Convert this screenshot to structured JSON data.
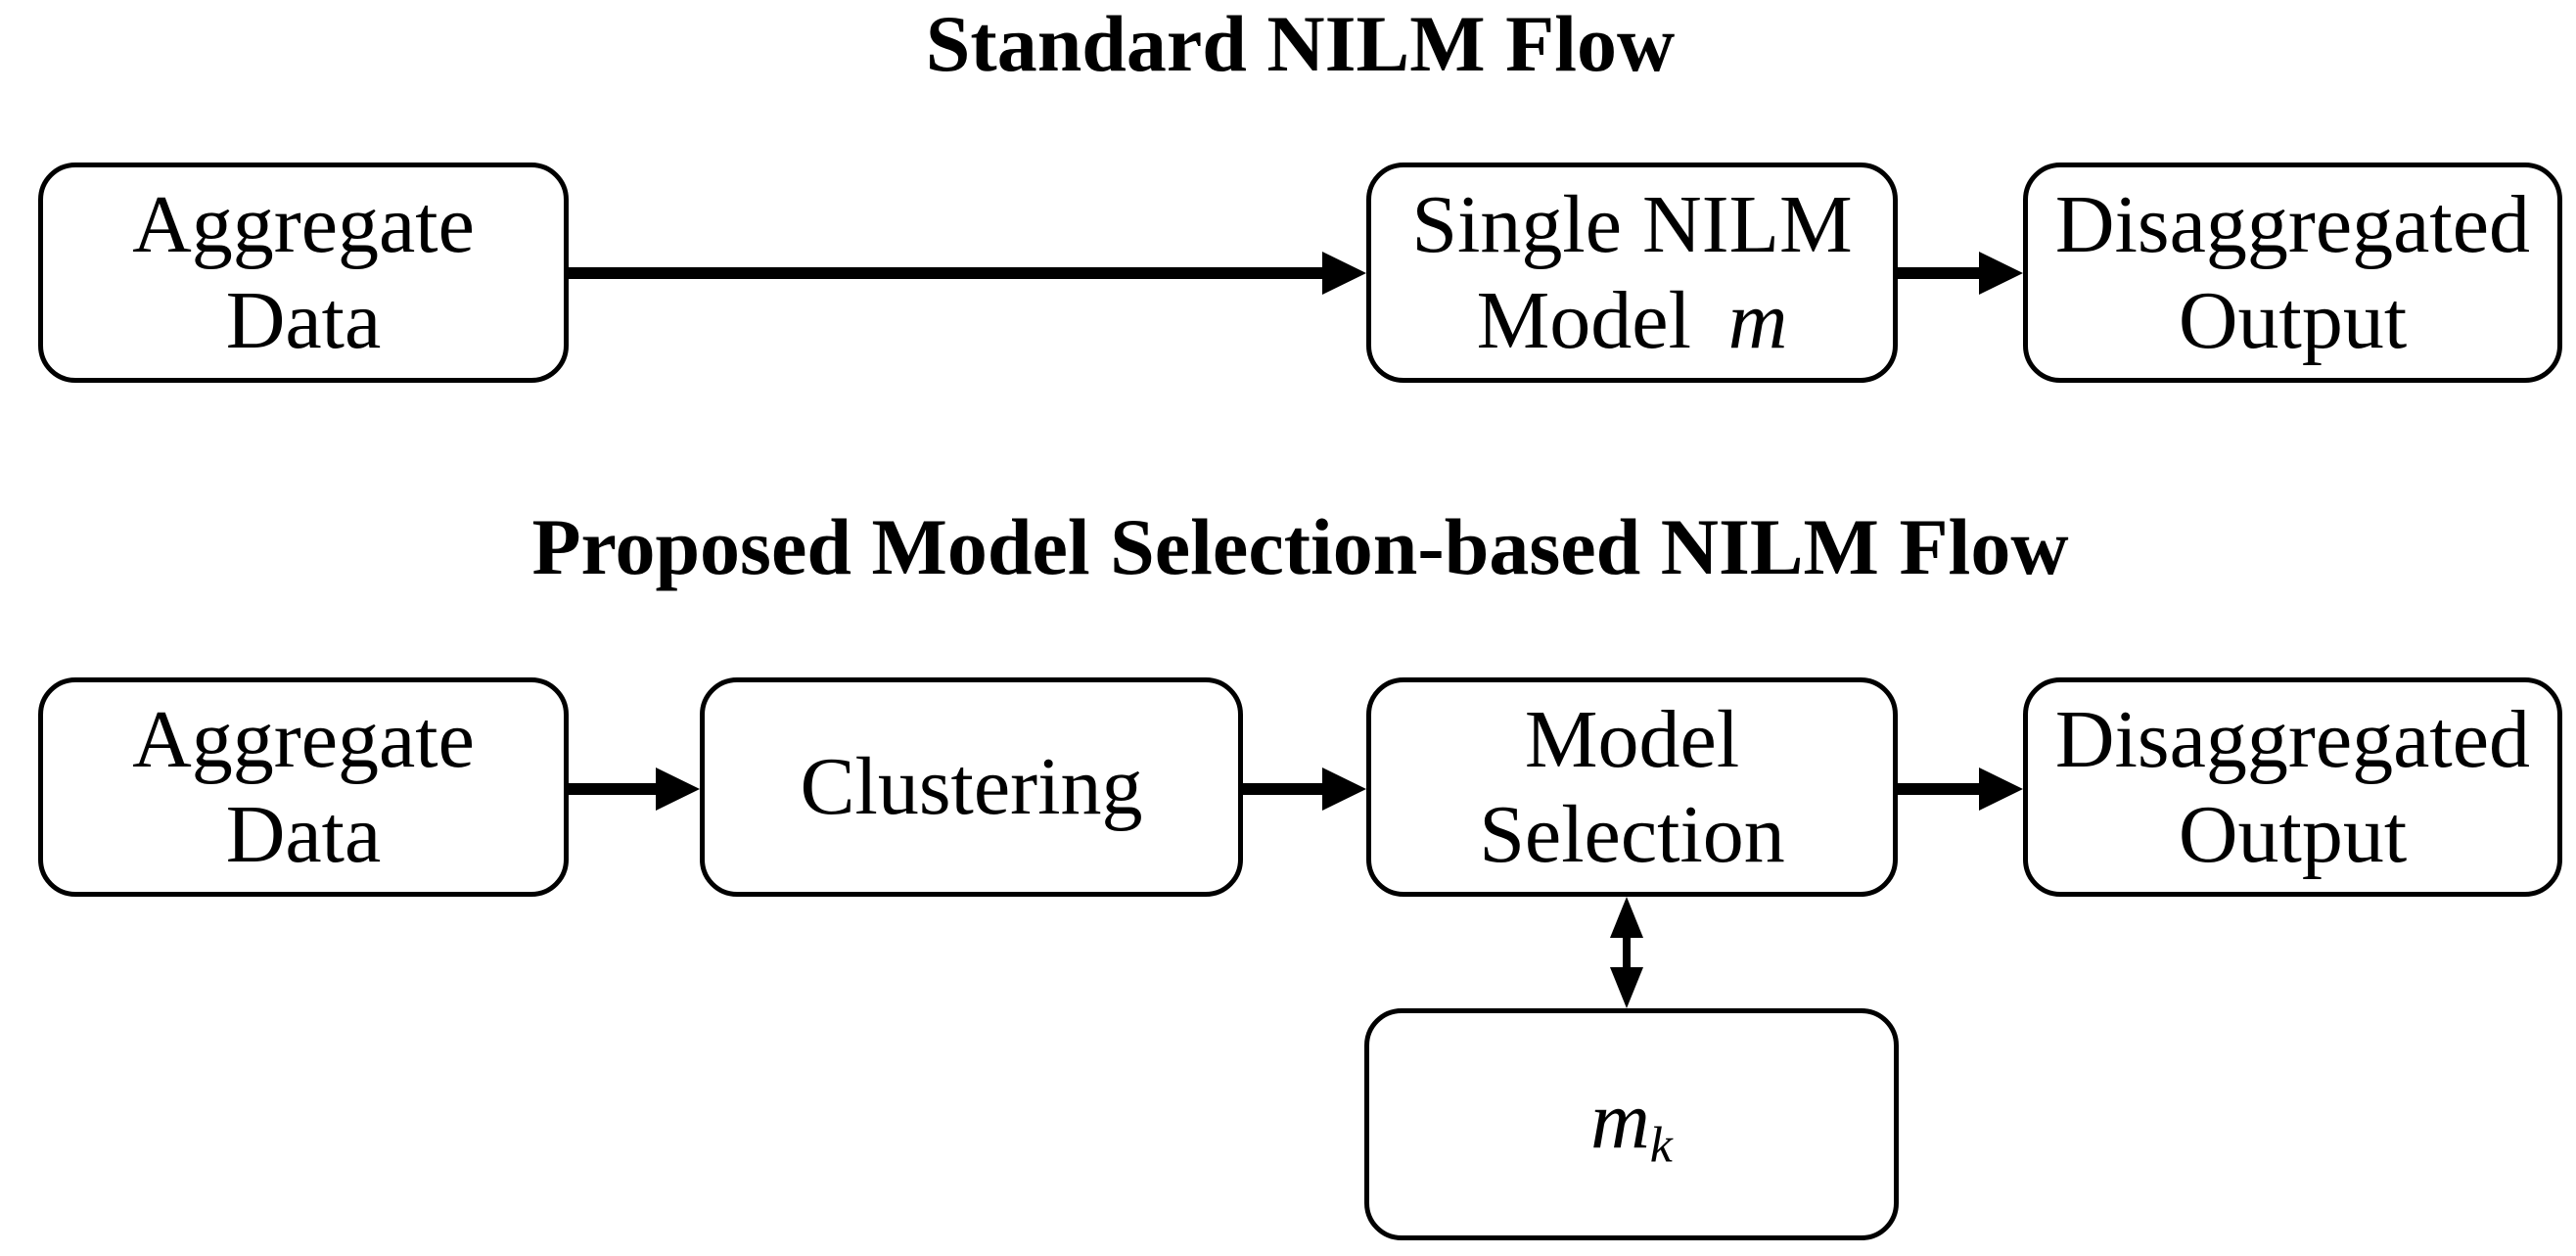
{
  "colors": {
    "ink": "#000000",
    "background": "#ffffff"
  },
  "standard_flow": {
    "title": "Standard NILM Flow",
    "aggregate_box": {
      "line1": "Aggregate",
      "line2": "Data"
    },
    "model_box": {
      "line1": "Single NILM",
      "line2_text": "Model",
      "line2_symbol": "m"
    },
    "output_box": {
      "line1": "Disaggregated",
      "line2": "Output"
    },
    "edges": [
      {
        "from": "aggregate_box",
        "to": "model_box",
        "style": "arrow-right"
      },
      {
        "from": "model_box",
        "to": "output_box",
        "style": "arrow-right"
      }
    ]
  },
  "proposed_flow": {
    "title": "Proposed Model Selection-based NILM Flow",
    "aggregate_box": {
      "line1": "Aggregate",
      "line2": "Data"
    },
    "clustering_box": {
      "label": "Clustering"
    },
    "selection_box": {
      "line1": "Model",
      "line2": "Selection"
    },
    "output_box": {
      "line1": "Disaggregated",
      "line2": "Output"
    },
    "model_pool_box": {
      "symbol": "m",
      "subscript": "k"
    },
    "edges": [
      {
        "from": "aggregate_box",
        "to": "clustering_box",
        "style": "arrow-right"
      },
      {
        "from": "clustering_box",
        "to": "selection_box",
        "style": "arrow-right"
      },
      {
        "from": "selection_box",
        "to": "output_box",
        "style": "arrow-right"
      },
      {
        "from": "selection_box",
        "to": "model_pool_box",
        "style": "arrow-double-vertical"
      }
    ]
  }
}
